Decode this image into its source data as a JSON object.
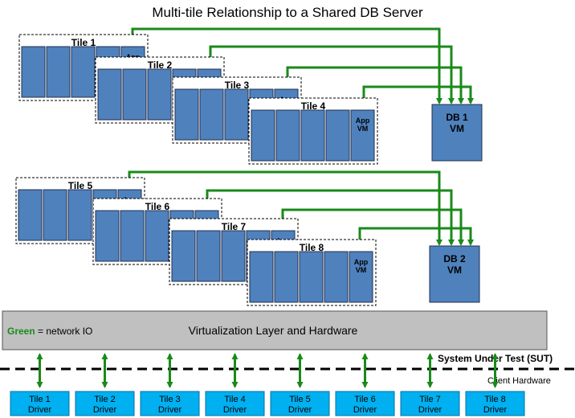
{
  "title": "Multi-tile Relationship to a Shared DB Server",
  "vm_label_line1": "App",
  "vm_label_line2": "VM",
  "tiles": [
    "Tile 1",
    "Tile 2",
    "Tile 3",
    "Tile 4",
    "Tile 5",
    "Tile 6",
    "Tile 7",
    "Tile 8"
  ],
  "db_servers": [
    {
      "line1": "DB 1",
      "line2": "VM"
    },
    {
      "line1": "DB 2",
      "line2": "VM"
    }
  ],
  "layer": {
    "legend_color_word": "Green",
    "legend_rest": " = network IO",
    "label": "Virtualization Layer and Hardware"
  },
  "boundary": {
    "sut_label": "System    Under Test (SUT)",
    "client_label": "Client Hardware"
  },
  "drivers": [
    {
      "line1": "Tile 1",
      "line2": "Driver"
    },
    {
      "line1": "Tile 2",
      "line2": "Driver"
    },
    {
      "line1": "Tile 3",
      "line2": "Driver"
    },
    {
      "line1": "Tile 4",
      "line2": "Driver"
    },
    {
      "line1": "Tile 5",
      "line2": "Driver"
    },
    {
      "line1": "Tile 6",
      "line2": "Driver"
    },
    {
      "line1": "Tile 7",
      "line2": "Driver"
    },
    {
      "line1": "Tile 8",
      "line2": "Driver"
    }
  ],
  "colors": {
    "vm_fill": "#4f81bd",
    "vm_stroke": "#1f2f4f",
    "network_green": "#1a8a1a",
    "layer_fill": "#c0c0c0",
    "driver_fill": "#00b0f0"
  }
}
